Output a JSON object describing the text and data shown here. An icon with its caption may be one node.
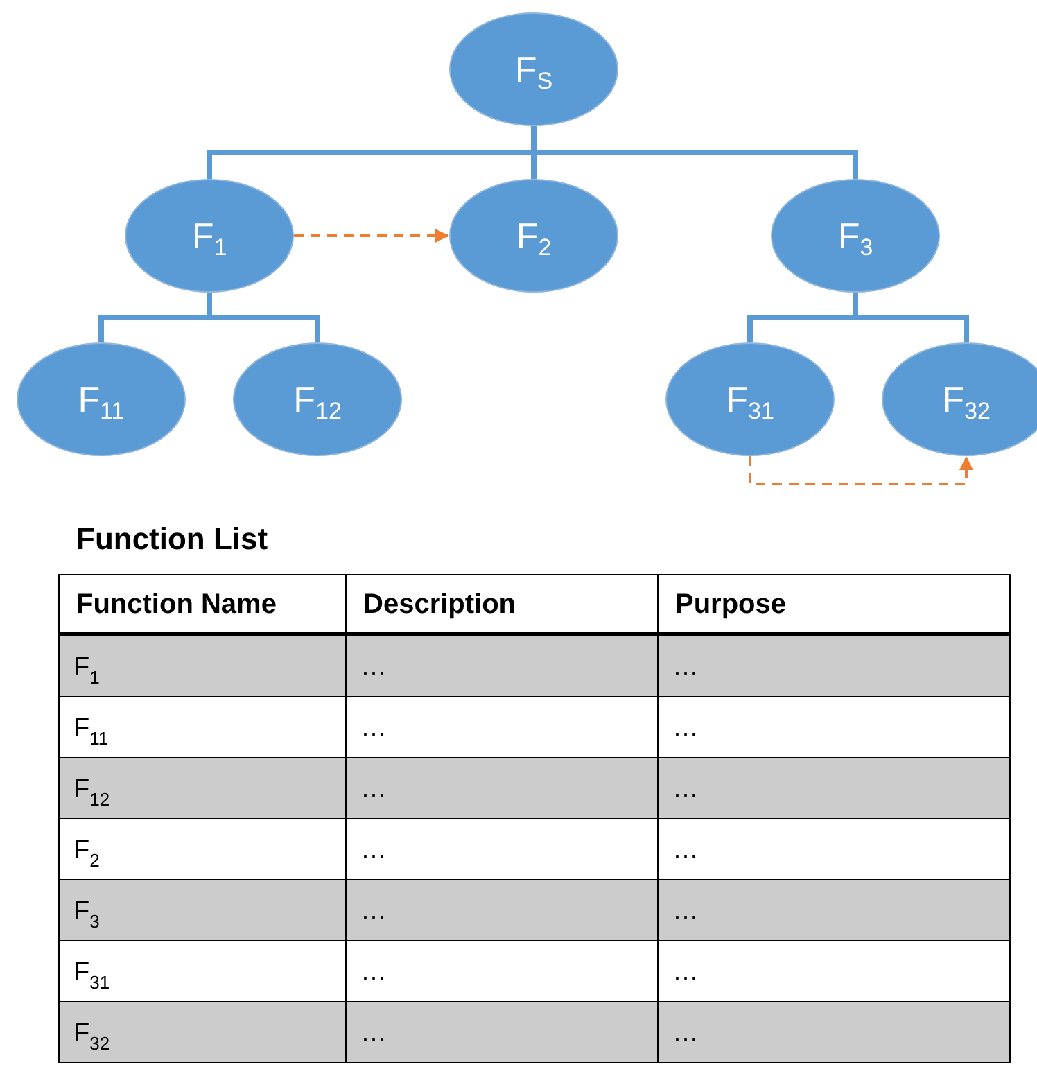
{
  "diagram": {
    "nodes": [
      {
        "text": [
          "F$_{S}$"
        ]
      },
      {
        "text": [
          "F$_{1}$"
        ]
      },
      {
        "text": [
          "F$_{2}$"
        ]
      },
      {
        "text": [
          "F$_{3}$"
        ]
      },
      {
        "text": [
          "F$_{11}$"
        ]
      },
      {
        "text": [
          "F$_{12}$"
        ]
      },
      {
        "text": [
          "F$_{31}$"
        ]
      },
      {
        "text": [
          "F$_{32}$"
        ]
      }
    ],
    "edges": [
      {
        "from": 0,
        "to": 1,
        "arrow": "none"
      },
      {
        "from": 0,
        "to": 2,
        "arrow": "none"
      },
      {
        "from": 0,
        "to": 3,
        "arrow": "none"
      },
      {
        "from": 1,
        "to": 4,
        "arrow": "none"
      },
      {
        "from": 1,
        "to": 5,
        "arrow": "none"
      },
      {
        "from": 3,
        "to": 6,
        "arrow": "none"
      },
      {
        "from": 3,
        "to": 7,
        "arrow": "none"
      },
      {
        "from": 1,
        "to": 2,
        "arrow": "to",
        "style": "dashed",
        "color": "#ed7d31"
      },
      {
        "from": 6,
        "to": 7,
        "arrow": "to",
        "style": "dashed",
        "color": "#ed7d31"
      }
    ],
    "labels": [
      "Function List",
      "Function Name",
      "Description",
      "Purpose",
      "F$_{1}$",
      "…",
      "…",
      "F$_{11}$",
      "…",
      "…",
      "F$_{12}$",
      "…",
      "…",
      "F$_{2}$",
      "…",
      "…",
      "F$_{3}$",
      "…",
      "…",
      "F$_{31}$",
      "…",
      "…",
      "F$_{32}$",
      "…",
      "…"
    ]
  }
}
